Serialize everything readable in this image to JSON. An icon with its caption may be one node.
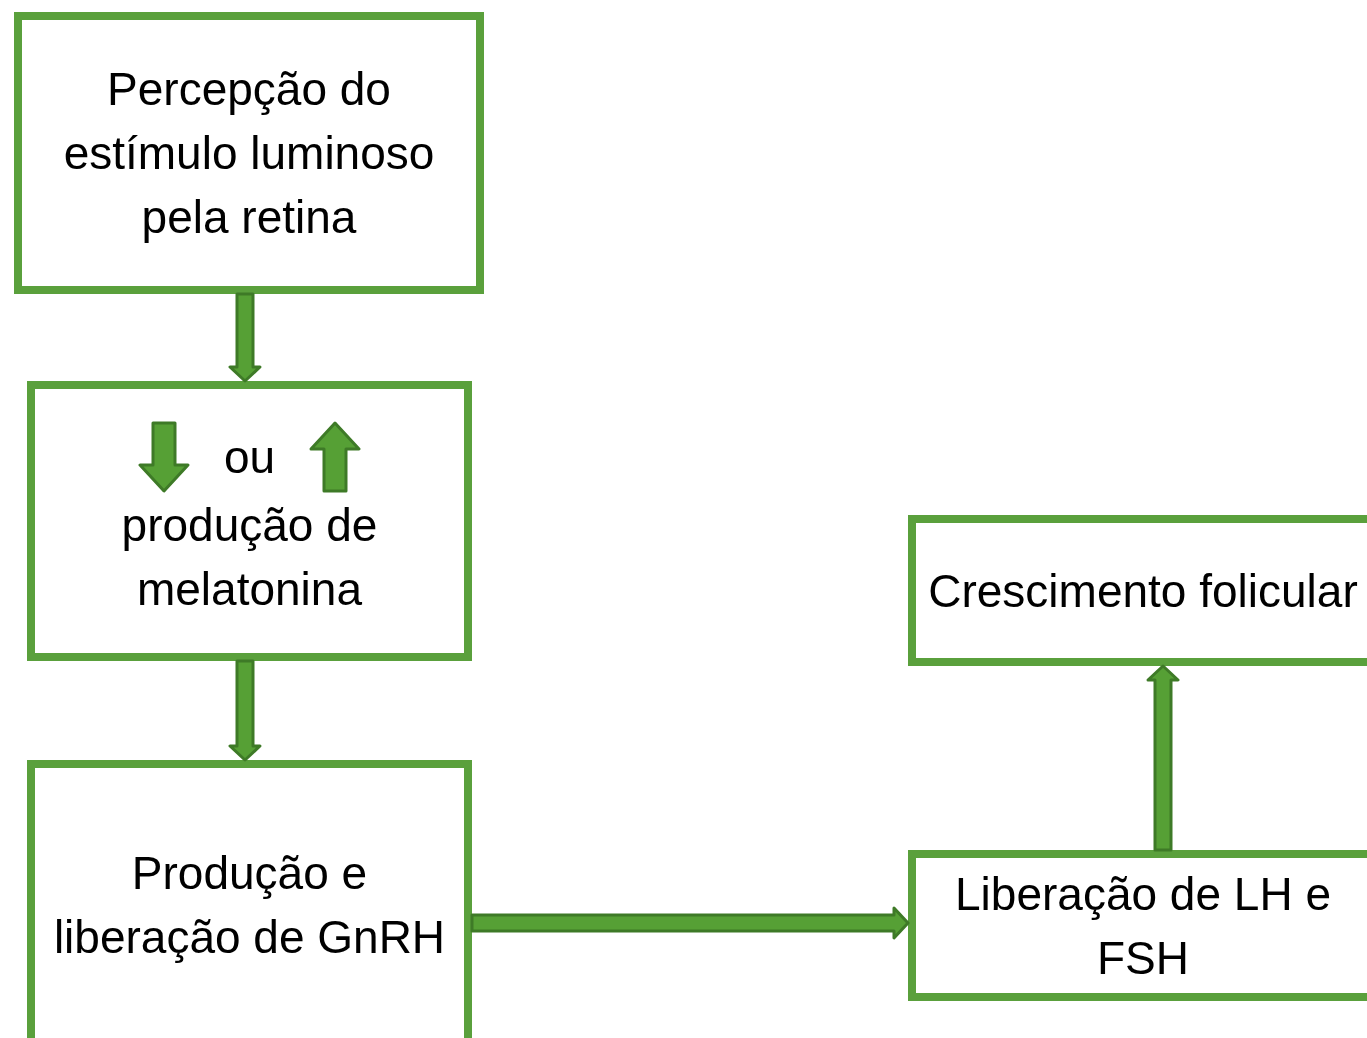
{
  "diagram": {
    "nodes": [
      {
        "text": [
          "Percepção do estímulo luminoso pela retina"
        ]
      },
      {
        "text": [
          "ou",
          "produção de melatonina"
        ]
      },
      {
        "text": [
          "Produção e liberação de GnRH"
        ]
      },
      {
        "text": [
          "Crescimento folicular"
        ]
      },
      {
        "text": [
          "Liberação de LH e FSH"
        ]
      }
    ],
    "edges": [
      {
        "from": 0,
        "to": 1,
        "arrow": "to",
        "style": "thick"
      },
      {
        "from": 1,
        "to": 2,
        "arrow": "to",
        "style": "thick"
      },
      {
        "from": 2,
        "to": 4,
        "arrow": "to",
        "style": "thick"
      },
      {
        "from": 4,
        "to": 3,
        "arrow": "to",
        "style": "thick"
      }
    ]
  }
}
